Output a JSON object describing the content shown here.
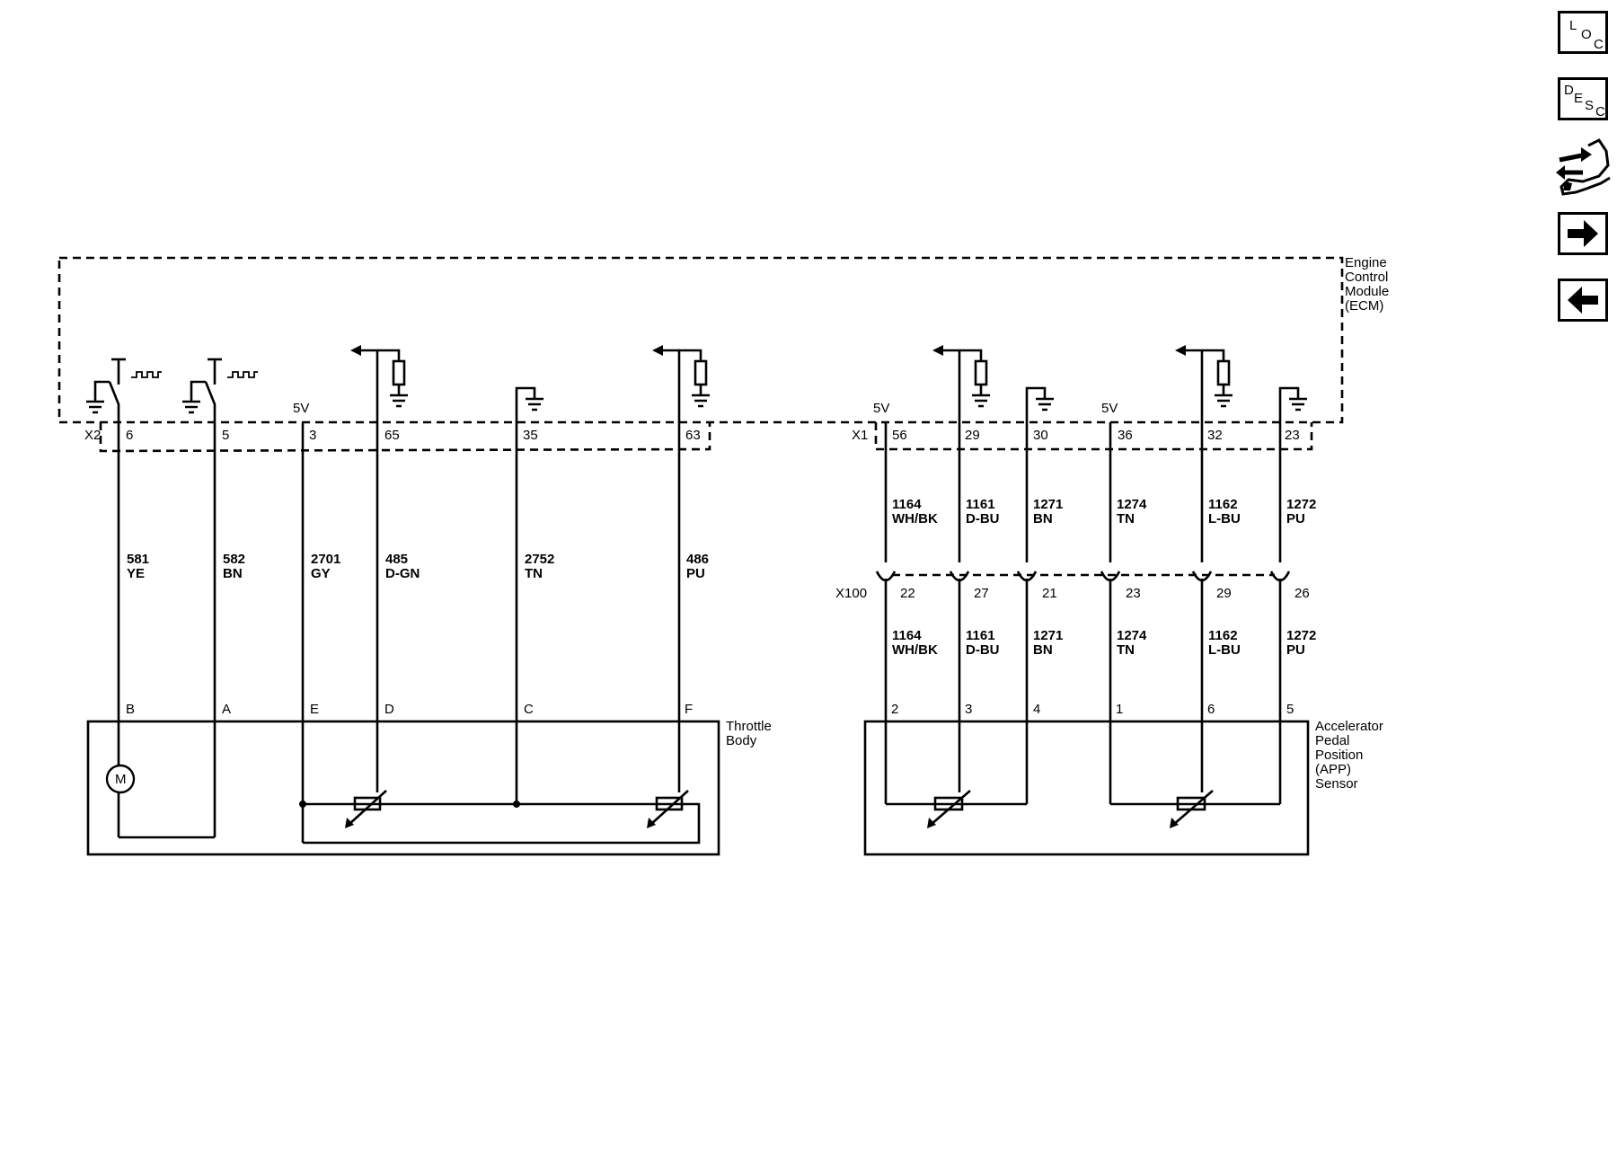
{
  "nav": {
    "loc": {
      "c1": "L",
      "c2": "O",
      "c3": "C"
    },
    "desc": {
      "c1": "D",
      "c2": "E",
      "c3": "S",
      "c4": "C"
    },
    "icons": {
      "connector": "connector-end-view-icon",
      "forward": "arrow-right-icon",
      "back": "arrow-left-icon"
    }
  },
  "ecm": {
    "label": [
      "Engine",
      "Control",
      "Module",
      "(ECM)"
    ],
    "x2_connector": "X2",
    "x1_connector": "X1",
    "x2_pins": [
      "6",
      "5",
      "3",
      "65",
      "35",
      "63"
    ],
    "x1_pins": [
      "56",
      "29",
      "30",
      "36",
      "32",
      "23"
    ],
    "ref_5v": "5V"
  },
  "throttle": {
    "label": [
      "Throttle",
      "Body"
    ],
    "pins": [
      "B",
      "A",
      "E",
      "D",
      "C",
      "F"
    ],
    "circuits": [
      {
        "num": "581",
        "color": "YE"
      },
      {
        "num": "582",
        "color": "BN"
      },
      {
        "num": "2701",
        "color": "GY"
      },
      {
        "num": "485",
        "color": "D-GN"
      },
      {
        "num": "2752",
        "color": "TN"
      },
      {
        "num": "486",
        "color": "PU"
      }
    ],
    "motor": "M"
  },
  "app": {
    "label": [
      "Accelerator",
      "Pedal",
      "Position",
      "(APP)",
      "Sensor"
    ],
    "x100_connector": "X100",
    "x100_pins": [
      "22",
      "27",
      "21",
      "23",
      "29",
      "26"
    ],
    "pins": [
      "2",
      "3",
      "4",
      "1",
      "6",
      "5"
    ],
    "circuits": [
      {
        "num": "1164",
        "color": "WH/BK"
      },
      {
        "num": "1161",
        "color": "D-BU"
      },
      {
        "num": "1271",
        "color": "BN"
      },
      {
        "num": "1274",
        "color": "TN"
      },
      {
        "num": "1162",
        "color": "L-BU"
      },
      {
        "num": "1272",
        "color": "PU"
      }
    ]
  },
  "colors": {
    "line": "#000000",
    "background": "#ffffff"
  }
}
